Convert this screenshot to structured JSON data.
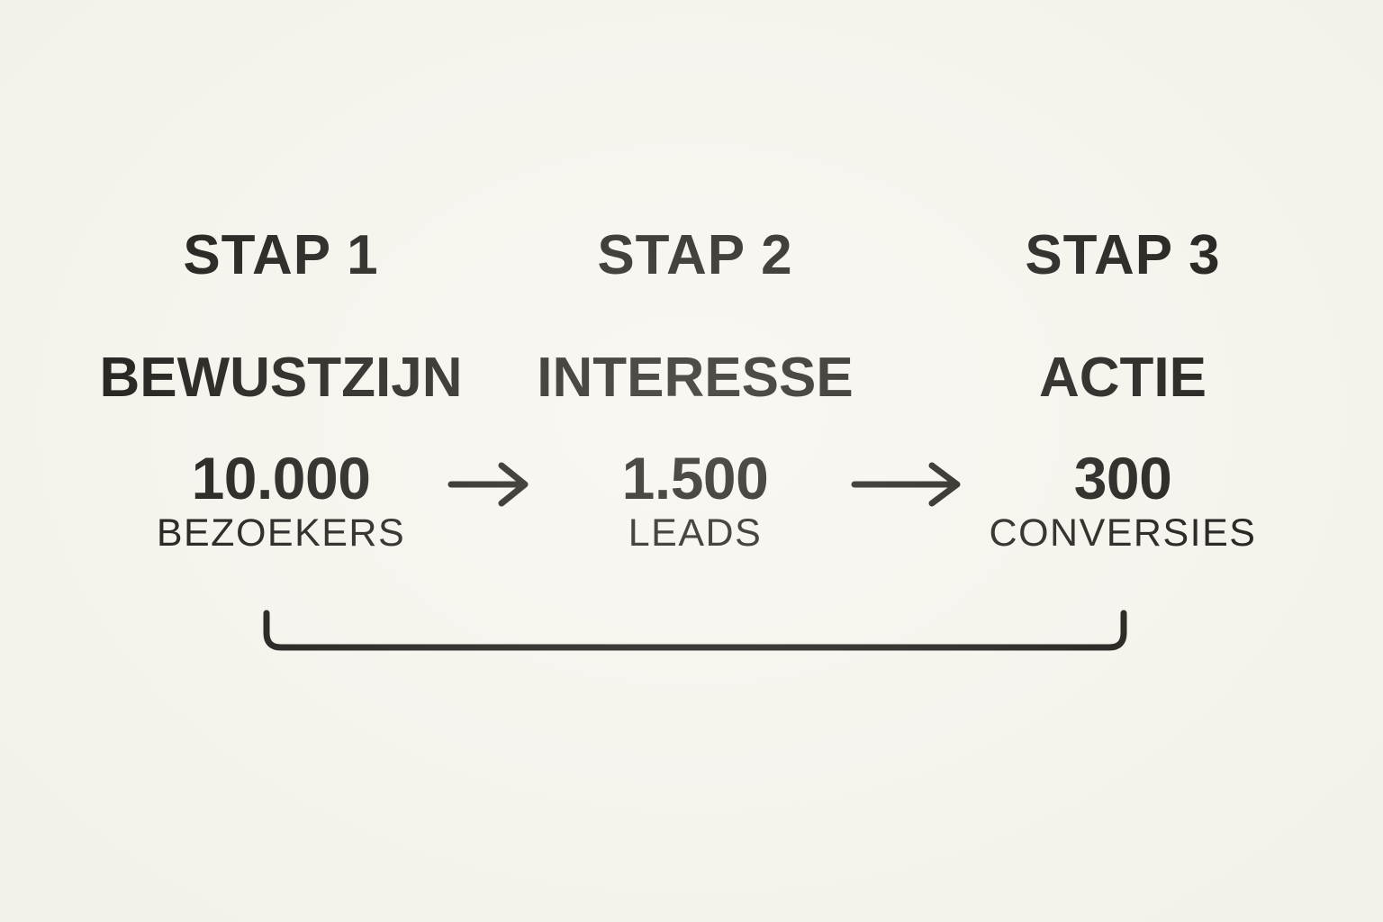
{
  "colors": {
    "background": "#f8f5ee",
    "ink": "#1a1613"
  },
  "icons": {
    "flow_arrow": "right-arrow",
    "span_bracket": "bottom-bracket"
  },
  "diagram": {
    "type": "funnel-flow",
    "steps": [
      {
        "step": "STAP 1",
        "phase": "BEWUSTZIJN",
        "value": "10.000",
        "unit": "BEZOEKERS"
      },
      {
        "step": "STAP 2",
        "phase": "INTERESSE",
        "value": "1.500",
        "unit": "LEADS"
      },
      {
        "step": "STAP 3",
        "phase": "ACTIE",
        "value": "300",
        "unit": "CONVERSIES"
      }
    ]
  }
}
